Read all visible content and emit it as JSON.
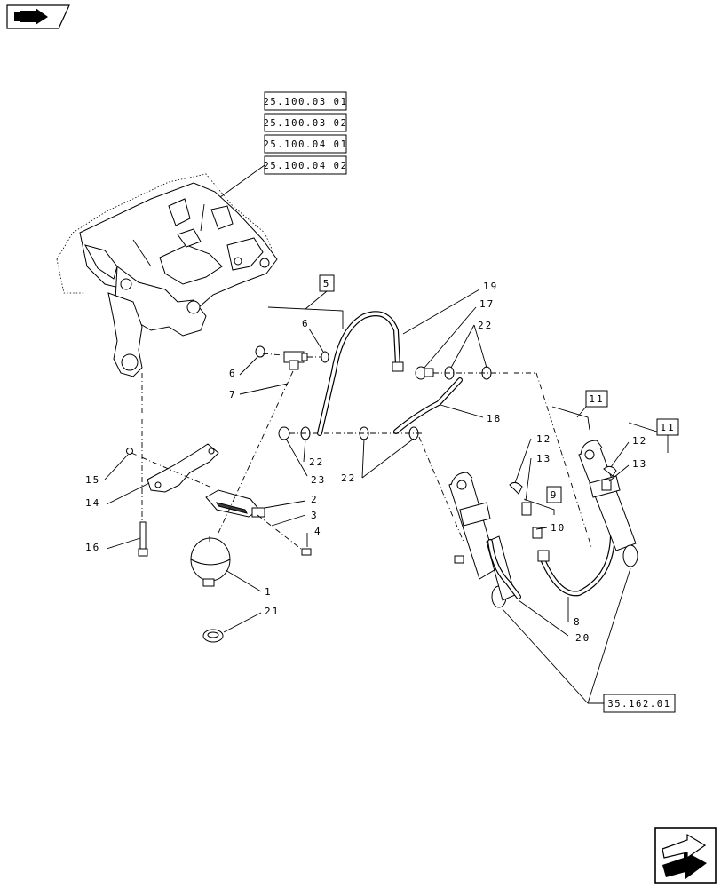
{
  "refs": {
    "r1": "25.100.03 01",
    "r2": "25.100.03 02",
    "r3": "25.100.04 01",
    "r4": "25.100.04 02",
    "r5": "35.162.01",
    "box5": "5",
    "box11a": "11",
    "box11b": "11",
    "box9": "9"
  },
  "callouts": {
    "c1": "1",
    "c2": "2",
    "c3": "3",
    "c4": "4",
    "c6a": "6",
    "c6b": "6",
    "c7": "7",
    "c8": "8",
    "c10": "10",
    "c12a": "12",
    "c12b": "12",
    "c13a": "13",
    "c13b": "13",
    "c14": "14",
    "c15": "15",
    "c16": "16",
    "c17": "17",
    "c18": "18",
    "c19": "19",
    "c20": "20",
    "c21": "21",
    "c22a": "22",
    "c22b": "22",
    "c22c": "22",
    "c23": "23"
  },
  "icons": {
    "top_left": "folder-arrow-icon",
    "bottom_right": "next-page-arrow-icon"
  }
}
